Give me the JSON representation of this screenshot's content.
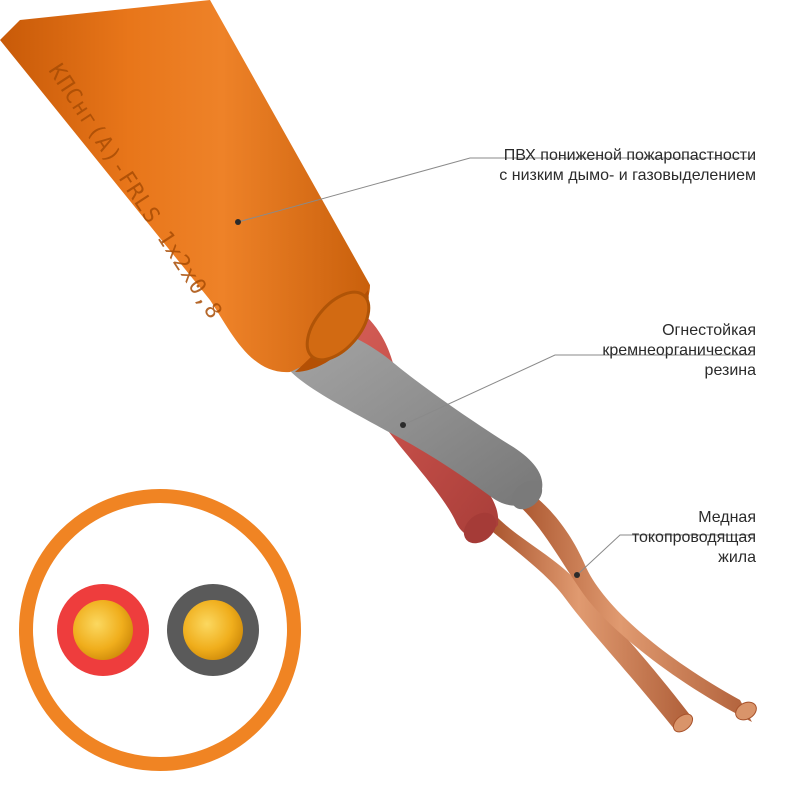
{
  "cable": {
    "marking": "КПСнг(А)-FRLS 1x2x0,8",
    "colors": {
      "sheath": "#e36f0f",
      "insulation_red": "#c9504a",
      "insulation_grey": "#8d8d8d",
      "copper": "#c9784c",
      "cross_section_ring": "#f08423",
      "cross_section_red": "#ee3d3d",
      "cross_section_dark": "#5a5a5a",
      "cross_section_gold": "#f2b320"
    }
  },
  "labels": {
    "sheath": {
      "line1": "ПВХ пониженой пожаропастности",
      "line2": "с низким дымо- и газовыделением"
    },
    "insulation": {
      "line1": "Огнестойкая",
      "line2": "кремнеорганическая",
      "line3": "резина"
    },
    "conductor": {
      "line1": "Медная",
      "line2": "токопроводящая",
      "line3": "жила"
    }
  }
}
